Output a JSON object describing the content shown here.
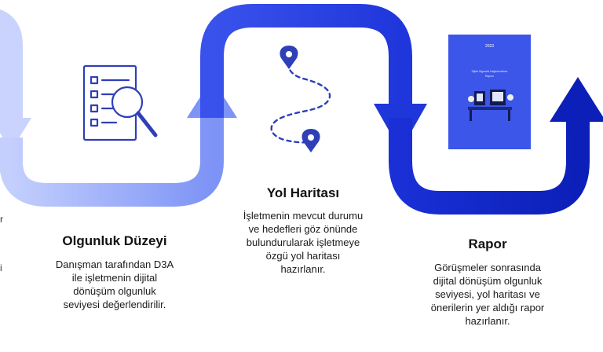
{
  "steps": [
    {
      "title": "Olgunluk Düzeyi",
      "desc": [
        "Danışman tarafından D3A",
        "ile işletmenin dijital",
        "dönüşüm olgunluk",
        "seviyesi değerlendirilir."
      ],
      "icon": "document-magnifier-icon"
    },
    {
      "title": "Yol Haritası",
      "desc": [
        "İşletmenin mevcut durumu",
        "ve hedefleri göz önünde",
        "bulundurularak işletmeye",
        "özgü yol haritası",
        "hazırlanır."
      ],
      "icon": "route-pins-icon"
    },
    {
      "title": "Rapor",
      "desc": [
        "Görüşmeler sonrasında",
        "dijital dönüşüm olgunluk",
        "seviyesi, yol haritası ve",
        "önerilerin yer aldığı rapor",
        "hazırlanır."
      ],
      "icon": "report-cover-icon"
    }
  ],
  "report_cover": {
    "year": "2023",
    "caption": [
      "Dijital Olgunluk Değerlendirme",
      "Raporu"
    ]
  },
  "colors": {
    "light": "#b9c6ff",
    "mid": "#6f87f4",
    "blue": "#2d46e8",
    "deep": "#0c22c9",
    "dark": "#0a1aa8",
    "icon": "#2f3fb8"
  }
}
